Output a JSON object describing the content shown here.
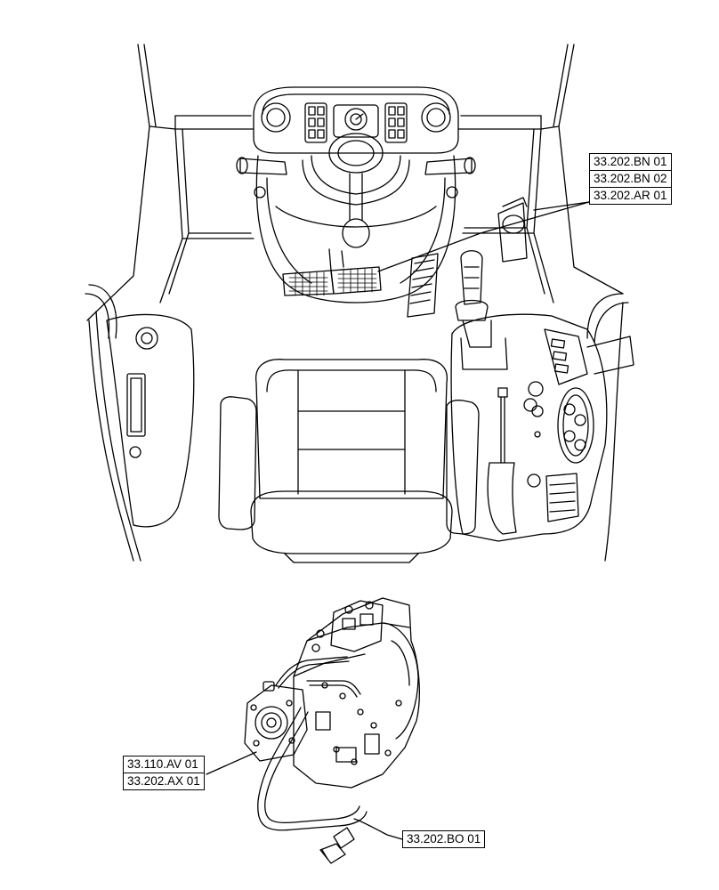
{
  "cab_references": [
    "33.202.BN 01",
    "33.202.BN 02",
    "33.202.AR 01"
  ],
  "transmission_references_left": [
    "33.110.AV 01",
    "33.202.AX 01"
  ],
  "transmission_references_right": [
    "33.202.BO 01"
  ],
  "colors": {
    "line": "#000000",
    "background": "#ffffff"
  }
}
